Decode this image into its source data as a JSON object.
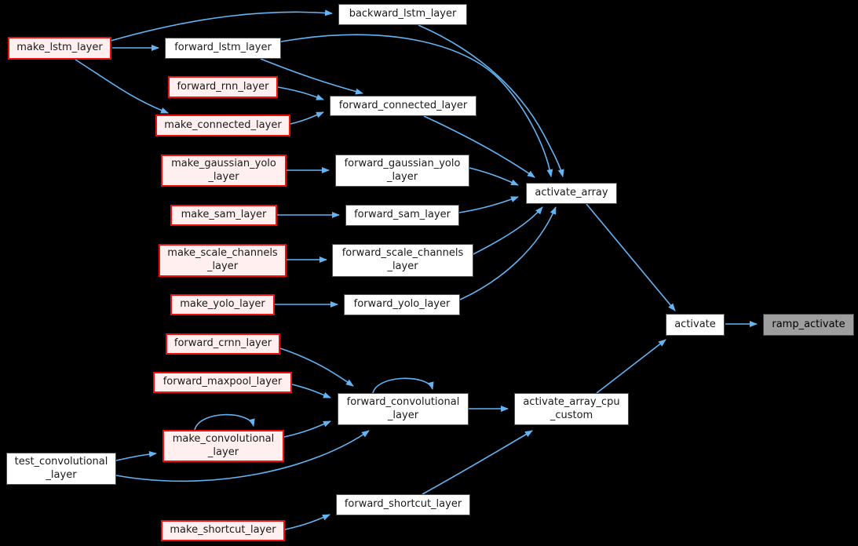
{
  "diagram": {
    "type": "call-graph",
    "background_color": "#000000",
    "edge_color": "#63b4f4",
    "node_styles": {
      "default_fill": "#ffffff",
      "default_border": "#4d4d4d",
      "highlighted_fill": "#fff0ef",
      "highlighted_border": "#f20d0d",
      "target_fill": "#9e9e9e",
      "target_border": "#444444"
    },
    "nodes": {
      "backward_lstm_layer": {
        "label": "backward_lstm_layer"
      },
      "make_lstm_layer": {
        "label": "make_lstm_layer"
      },
      "forward_lstm_layer": {
        "label": "forward_lstm_layer"
      },
      "forward_rnn_layer": {
        "label": "forward_rnn_layer"
      },
      "make_connected_layer": {
        "label": "make_connected_layer"
      },
      "forward_connected_layer": {
        "label": "forward_connected_layer"
      },
      "make_gaussian_yolo_layer": {
        "label": "make_gaussian_yolo\n_layer"
      },
      "forward_gaussian_yolo_layer": {
        "label": "forward_gaussian_yolo\n_layer"
      },
      "make_sam_layer": {
        "label": "make_sam_layer"
      },
      "forward_sam_layer": {
        "label": "forward_sam_layer"
      },
      "make_scale_channels_layer": {
        "label": "make_scale_channels\n_layer"
      },
      "forward_scale_channels_layer": {
        "label": "forward_scale_channels\n_layer"
      },
      "make_yolo_layer": {
        "label": "make_yolo_layer"
      },
      "forward_yolo_layer": {
        "label": "forward_yolo_layer"
      },
      "activate_array": {
        "label": "activate_array"
      },
      "forward_crnn_layer": {
        "label": "forward_crnn_layer"
      },
      "forward_maxpool_layer": {
        "label": "forward_maxpool_layer"
      },
      "forward_convolutional_layer": {
        "label": "forward_convolutional\n_layer"
      },
      "make_convolutional_layer": {
        "label": "make_convolutional\n_layer"
      },
      "test_convolutional_layer": {
        "label": "test_convolutional\n_layer"
      },
      "activate_array_cpu_custom": {
        "label": "activate_array_cpu\n_custom"
      },
      "forward_shortcut_layer": {
        "label": "forward_shortcut_layer"
      },
      "make_shortcut_layer": {
        "label": "make_shortcut_layer"
      },
      "activate": {
        "label": "activate"
      },
      "ramp_activate": {
        "label": "ramp_activate"
      }
    },
    "edges": [
      {
        "from": "make_lstm_layer",
        "to": "backward_lstm_layer"
      },
      {
        "from": "make_lstm_layer",
        "to": "forward_lstm_layer"
      },
      {
        "from": "make_lstm_layer",
        "to": "make_connected_layer"
      },
      {
        "from": "forward_lstm_layer",
        "to": "forward_connected_layer"
      },
      {
        "from": "forward_lstm_layer",
        "to": "activate_array"
      },
      {
        "from": "backward_lstm_layer",
        "to": "activate_array"
      },
      {
        "from": "forward_rnn_layer",
        "to": "forward_connected_layer"
      },
      {
        "from": "make_connected_layer",
        "to": "forward_connected_layer"
      },
      {
        "from": "forward_connected_layer",
        "to": "activate_array"
      },
      {
        "from": "make_gaussian_yolo_layer",
        "to": "forward_gaussian_yolo_layer"
      },
      {
        "from": "forward_gaussian_yolo_layer",
        "to": "activate_array"
      },
      {
        "from": "make_sam_layer",
        "to": "forward_sam_layer"
      },
      {
        "from": "forward_sam_layer",
        "to": "activate_array"
      },
      {
        "from": "make_scale_channels_layer",
        "to": "forward_scale_channels_layer"
      },
      {
        "from": "forward_scale_channels_layer",
        "to": "activate_array"
      },
      {
        "from": "make_yolo_layer",
        "to": "forward_yolo_layer"
      },
      {
        "from": "forward_yolo_layer",
        "to": "activate_array"
      },
      {
        "from": "activate_array",
        "to": "activate"
      },
      {
        "from": "activate",
        "to": "ramp_activate"
      },
      {
        "from": "forward_crnn_layer",
        "to": "forward_convolutional_layer"
      },
      {
        "from": "forward_maxpool_layer",
        "to": "forward_convolutional_layer"
      },
      {
        "from": "make_convolutional_layer",
        "to": "forward_convolutional_layer"
      },
      {
        "from": "make_convolutional_layer",
        "to": "make_convolutional_layer"
      },
      {
        "from": "forward_convolutional_layer",
        "to": "forward_convolutional_layer"
      },
      {
        "from": "test_convolutional_layer",
        "to": "make_convolutional_layer"
      },
      {
        "from": "test_convolutional_layer",
        "to": "forward_convolutional_layer"
      },
      {
        "from": "forward_convolutional_layer",
        "to": "activate_array_cpu_custom"
      },
      {
        "from": "forward_shortcut_layer",
        "to": "activate_array_cpu_custom"
      },
      {
        "from": "make_shortcut_layer",
        "to": "forward_shortcut_layer"
      },
      {
        "from": "activate_array_cpu_custom",
        "to": "activate"
      }
    ]
  }
}
